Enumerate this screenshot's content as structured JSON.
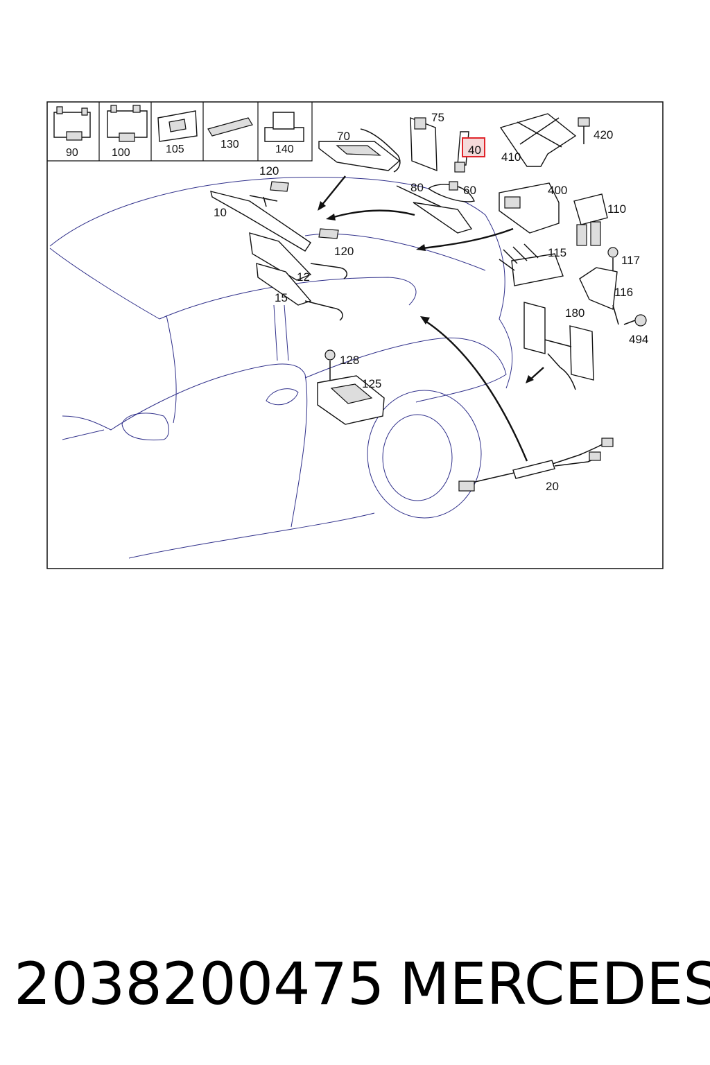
{
  "diagram": {
    "inset_labels": [
      "90",
      "100",
      "105",
      "130",
      "140"
    ],
    "callouts": {
      "c70": "70",
      "c75": "75",
      "c40": "40",
      "c410": "410",
      "c420": "420",
      "c120a": "120",
      "c80": "80",
      "c60": "60",
      "c400": "400",
      "c110": "110",
      "c10": "10",
      "c120b": "120",
      "c115": "115",
      "c117": "117",
      "c12": "12",
      "c116": "116",
      "c15": "15",
      "c180": "180",
      "c494": "494",
      "c128": "128",
      "c125": "125",
      "c20": "20"
    },
    "highlighted_callout": "40",
    "highlight_color": "#e0242a",
    "line_color": "#111111",
    "car_outline_color": "#2f2f8a"
  },
  "footer": {
    "part_number": "2038200475",
    "brand": "MERCEDES"
  }
}
